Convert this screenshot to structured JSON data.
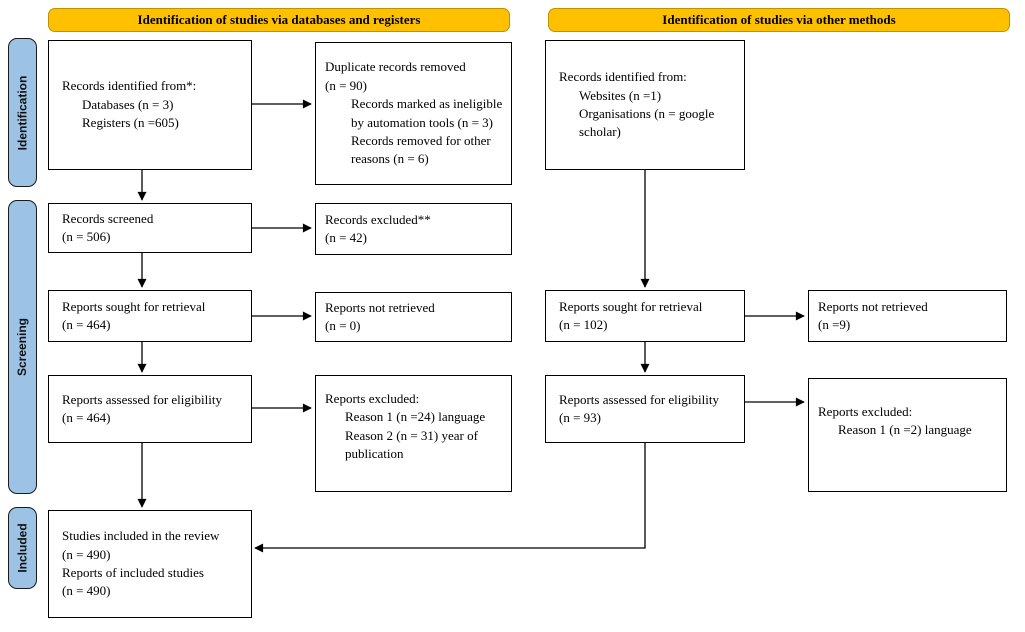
{
  "banners": {
    "databases": "Identification of studies via databases and registers",
    "other_methods": "Identification of studies via other methods"
  },
  "stages": {
    "identification": "Identification",
    "screening": "Screening",
    "included": "Included"
  },
  "colors": {
    "banner_fill": "#FFC000",
    "banner_border": "#BF9000",
    "stage_fill": "#9CC3E5",
    "box_border": "#000000",
    "arrow": "#000000"
  },
  "boxes": {
    "db_identified": {
      "lines": [
        "Records identified from*:",
        "Databases (n = 3)",
        "Registers (n =605)"
      ]
    },
    "duplicates_removed": {
      "lines": [
        "Duplicate records removed",
        "(n = 90)",
        "Records marked as ineligible by automation tools (n = 3)",
        "Records removed for other reasons (n = 6)"
      ]
    },
    "records_screened": {
      "lines": [
        "Records screened",
        "(n = 506)"
      ]
    },
    "records_excluded": {
      "lines": [
        "Records excluded**",
        "(n = 42)"
      ]
    },
    "reports_sought_db": {
      "lines": [
        "Reports sought for retrieval",
        "(n = 464)"
      ]
    },
    "reports_not_retrieved_db": {
      "lines": [
        "Reports not retrieved",
        "(n = 0)"
      ]
    },
    "reports_assessed_db": {
      "lines": [
        "Reports assessed for eligibility",
        "(n = 464)"
      ]
    },
    "reports_excluded_db": {
      "lines": [
        "Reports excluded:",
        "Reason 1 (n =24) language",
        "Reason 2 (n = 31) year of publication"
      ]
    },
    "studies_included": {
      "lines": [
        "Studies included in the review",
        "(n = 490)",
        "Reports of included studies",
        "(n = 490)"
      ]
    },
    "other_identified": {
      "lines": [
        "Records identified from:",
        "Websites (n =1)",
        "Organisations (n = google scholar)"
      ]
    },
    "reports_sought_other": {
      "lines": [
        "Reports sought for retrieval",
        "(n = 102)"
      ]
    },
    "reports_not_retrieved_other": {
      "lines": [
        "Reports not retrieved",
        "(n =9)"
      ]
    },
    "reports_assessed_other": {
      "lines": [
        "Reports assessed for eligibility",
        "(n = 93)"
      ]
    },
    "reports_excluded_other": {
      "lines": [
        "Reports excluded:",
        "Reason 1 (n =2) language"
      ]
    }
  }
}
